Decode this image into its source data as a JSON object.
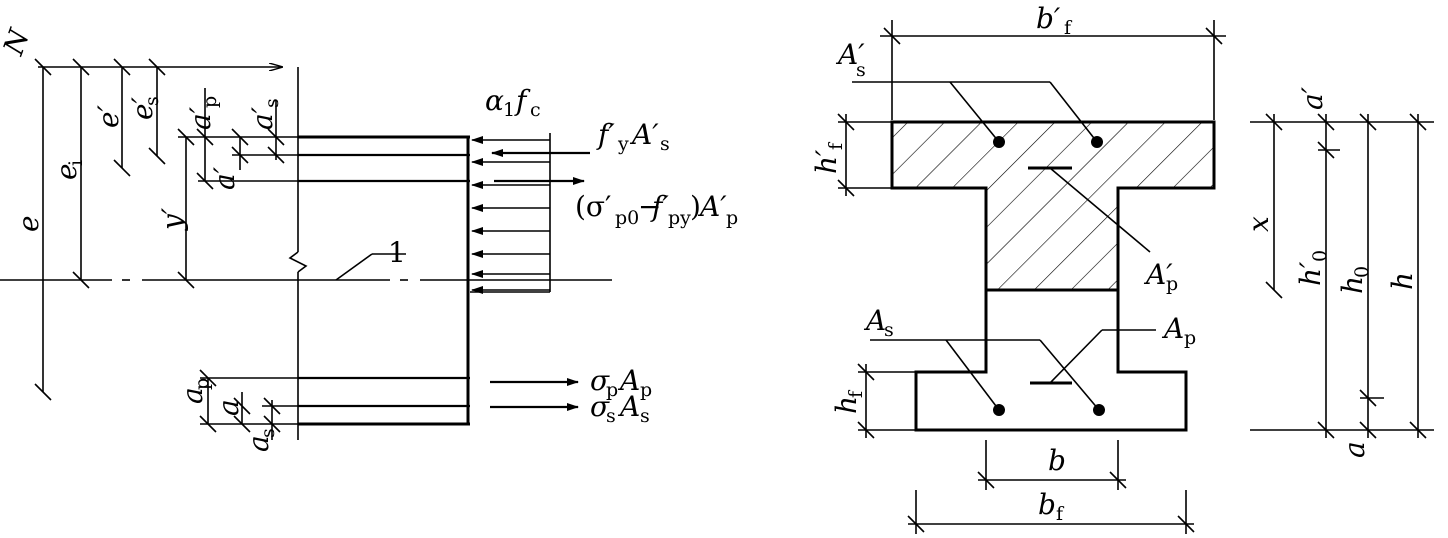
{
  "left_section": {
    "force_N": "N",
    "e": "e",
    "e_i": "e",
    "e_i_sub": "i",
    "e_prime": "e′",
    "e_s_prime": "e′",
    "e_s_sub": "s",
    "a_p_prime": "a′",
    "a_p_sub": "p",
    "a_s_prime": "a′",
    "a_s_sub": "s",
    "a_prime": "a′",
    "y_prime": "y′",
    "alpha": "α",
    "alpha_sub": "1",
    "f_c": "f",
    "f_c_sub": "c",
    "fy_As_prime": "f′",
    "fy_sub": "y",
    "As_prime": "A′",
    "As_prime_sub": "s",
    "sigma_term_open": "(σ′",
    "sigma_p0_sub": "p0",
    "sigma_minus": "−",
    "fpy_prime": "f′",
    "fpy_sub": "py",
    "sigma_term_close": ")",
    "Ap_prime": "A′",
    "Ap_prime_sub": "p",
    "axis_label": "1",
    "sigma_p": "σ",
    "sigma_p_sub": "p",
    "Ap": "A",
    "Ap_sub": "p",
    "sigma_s": "σ",
    "sigma_s_sub": "s",
    "As": "A",
    "As_sub": "s",
    "a_p": "a",
    "a_p_bottom_sub": "p",
    "a": "a",
    "a_s": "a",
    "a_s_bottom_sub": "s"
  },
  "right_section": {
    "bf_prime": "b′",
    "bf_prime_sub": "f",
    "As_prime": "A′",
    "As_prime_sub": "s",
    "hf_prime": "h′",
    "hf_prime_sub": "f",
    "Ap_prime": "A′",
    "Ap_prime_sub": "p",
    "As": "A",
    "As_sub": "s",
    "Ap": "A",
    "Ap_sub": "p",
    "hf": "h",
    "hf_sub": "f",
    "b": "b",
    "bf": "b",
    "bf_sub": "f",
    "a_prime": "a′",
    "x": "x",
    "h0_prime": "h′",
    "h0_prime_sub": "0",
    "h0": "h",
    "h0_sub": "0",
    "h": "h",
    "a": "a"
  }
}
